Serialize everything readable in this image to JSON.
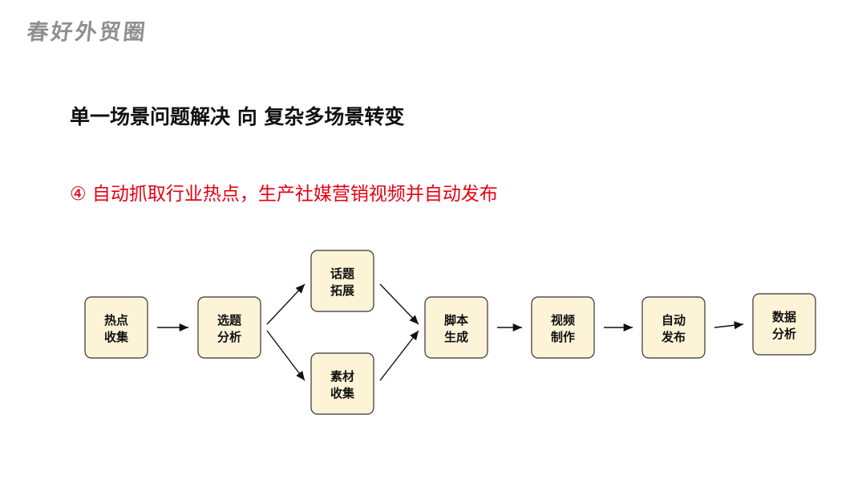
{
  "brand": {
    "logo_text": "春好外贸圈"
  },
  "slide": {
    "headline": "单一场景问题解决 向 复杂多场景转变",
    "subline": "④ 自动抓取行业热点，生产社媒营销视频并自动发布",
    "subline_color": "#e60012"
  },
  "flow": {
    "box_fill": "#fdf3d7",
    "nodes": [
      {
        "id": "hot",
        "lines": [
          "热点",
          "收集"
        ]
      },
      {
        "id": "topic",
        "lines": [
          "选题",
          "分析"
        ]
      },
      {
        "id": "expand",
        "lines": [
          "话题",
          "拓展"
        ]
      },
      {
        "id": "material",
        "lines": [
          "素材",
          "收集"
        ]
      },
      {
        "id": "script",
        "lines": [
          "脚本",
          "生成"
        ]
      },
      {
        "id": "video",
        "lines": [
          "视频",
          "制作"
        ]
      },
      {
        "id": "publish",
        "lines": [
          "自动",
          "发布"
        ]
      },
      {
        "id": "analytics",
        "lines": [
          "数据",
          "分析"
        ]
      }
    ],
    "edges": [
      [
        "hot",
        "topic"
      ],
      [
        "topic",
        "expand"
      ],
      [
        "topic",
        "material"
      ],
      [
        "expand",
        "script"
      ],
      [
        "material",
        "script"
      ],
      [
        "script",
        "video"
      ],
      [
        "video",
        "publish"
      ],
      [
        "publish",
        "analytics"
      ]
    ]
  }
}
